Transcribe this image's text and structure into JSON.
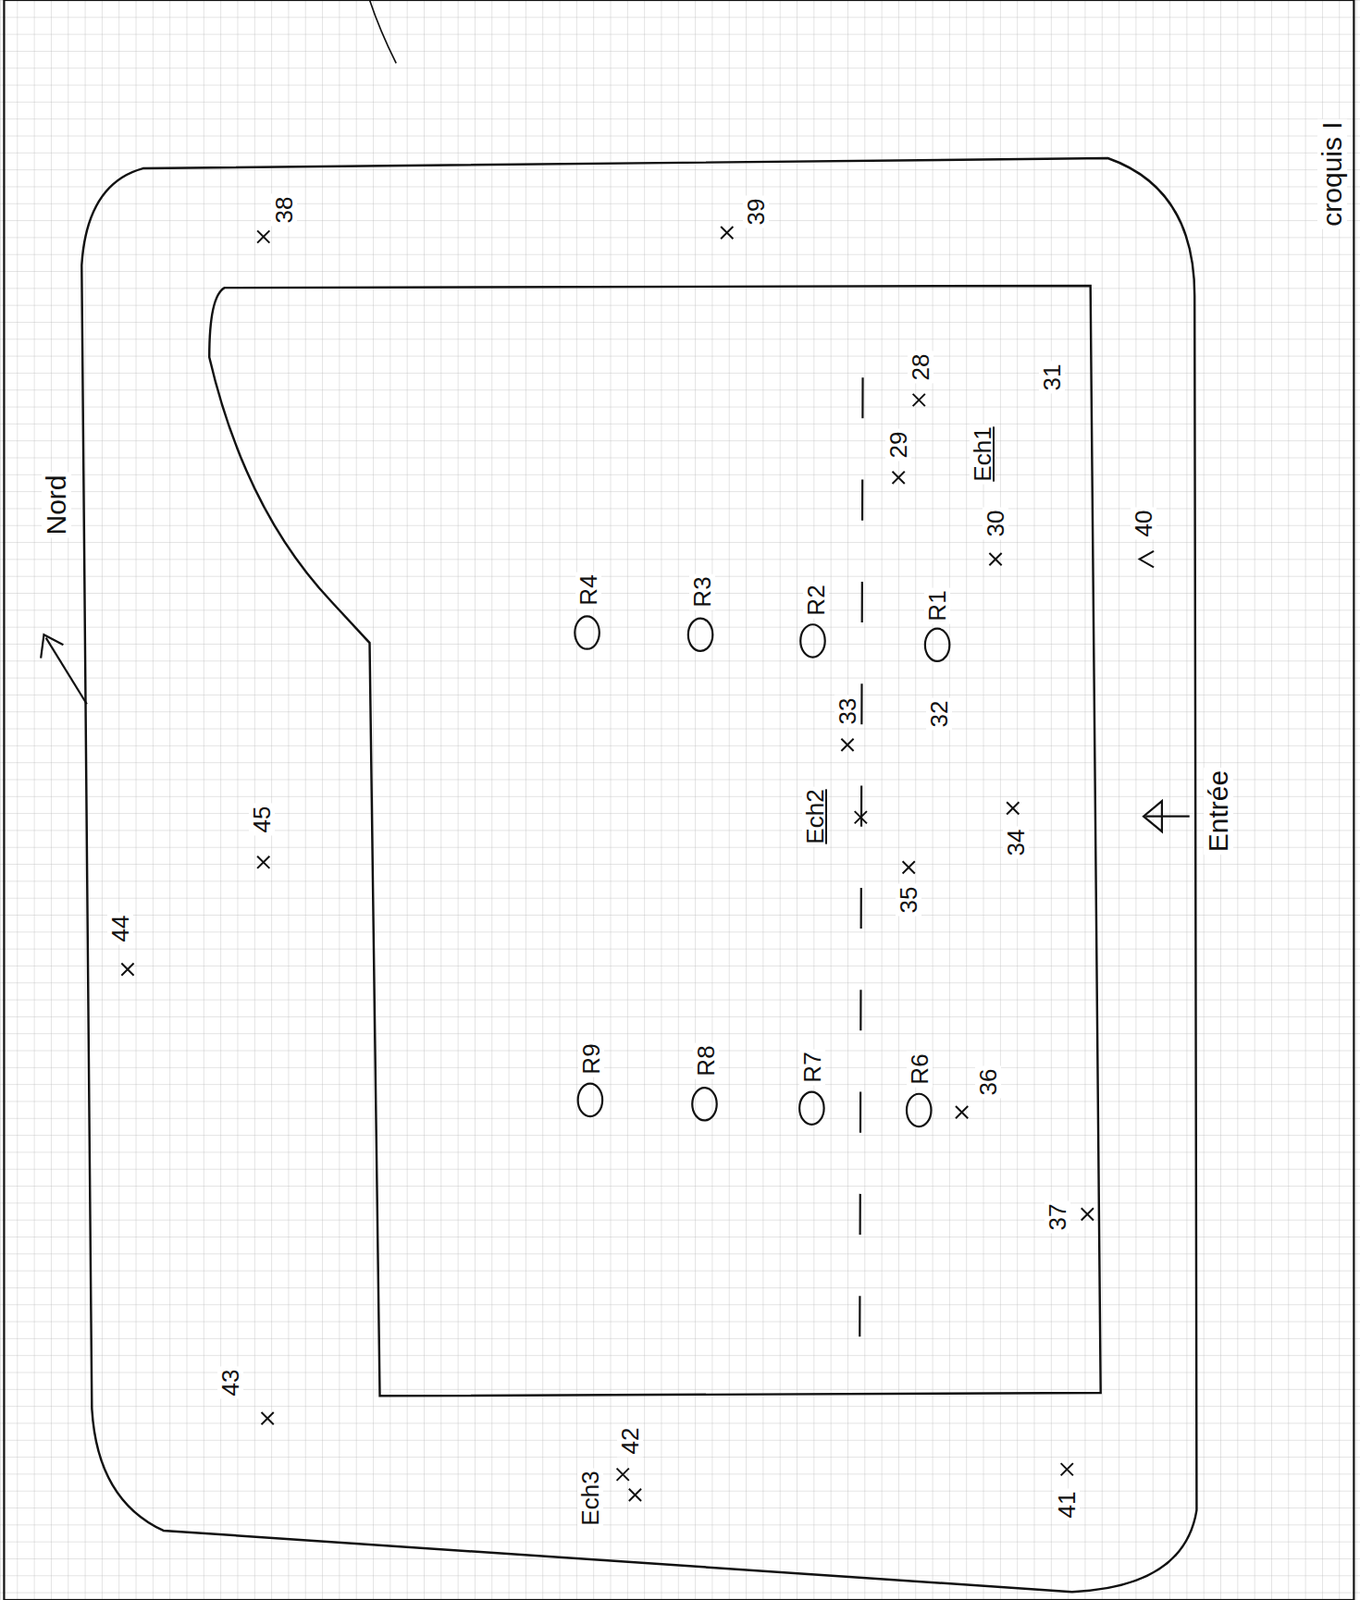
{
  "diagram": {
    "labels": [
      "Nord",
      "croquis I",
      "38",
      "39",
      "45",
      "44",
      "R4",
      "R3",
      "R2",
      "R1",
      "R9",
      "R8",
      "R7",
      "R6",
      "28",
      "29",
      "31",
      "Ech1",
      "30",
      "40",
      "33",
      "32",
      "Ech2",
      "34",
      "35",
      "Entrée",
      "36",
      "37",
      "43",
      "42",
      "Ech3",
      "41"
    ]
  }
}
